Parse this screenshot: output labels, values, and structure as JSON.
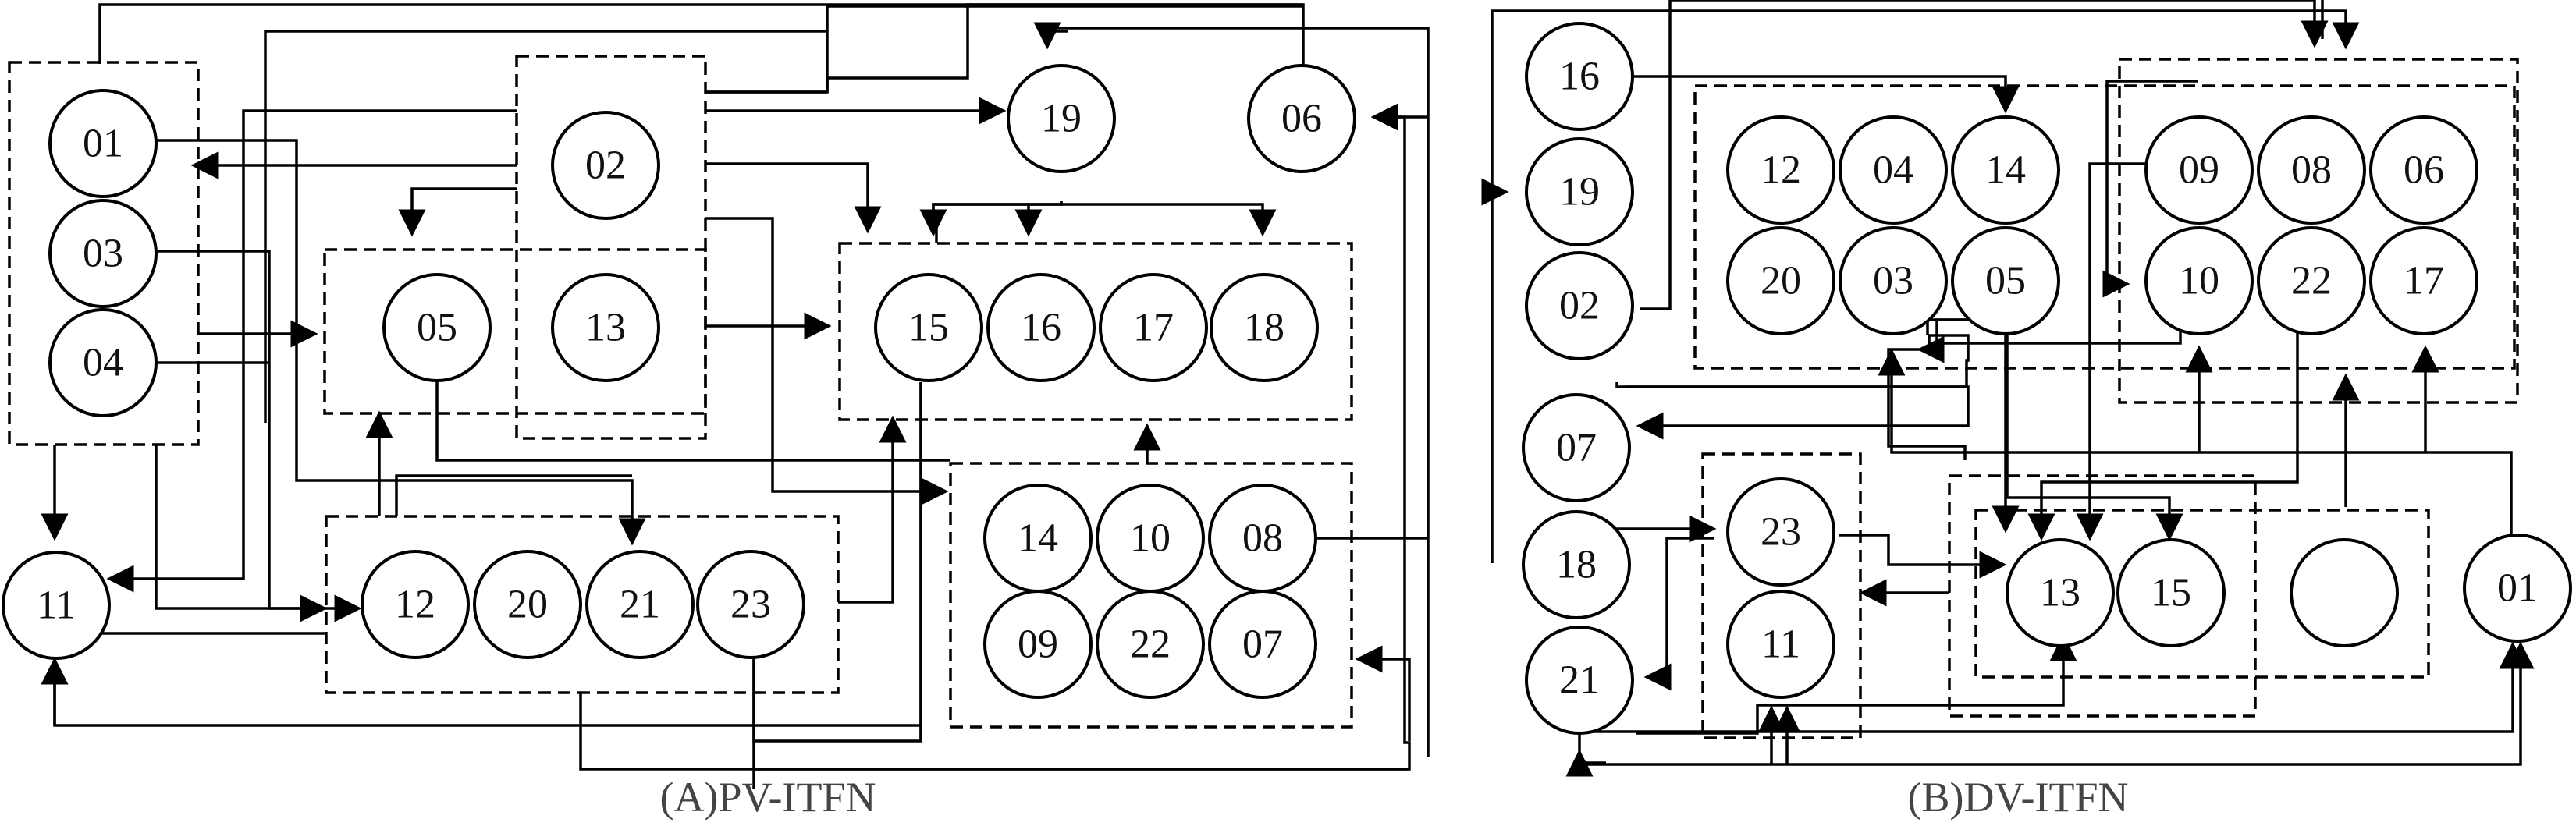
{
  "panels": [
    {
      "caption": "(A)PV-ITFN",
      "nodes": [
        "01",
        "03",
        "04",
        "02",
        "05",
        "13",
        "11",
        "12",
        "20",
        "21",
        "23",
        "19",
        "06",
        "15",
        "16",
        "17",
        "18",
        "14",
        "10",
        "08",
        "09",
        "22",
        "07"
      ]
    },
    {
      "caption": "(B)DV-ITFN",
      "nodes": [
        "16",
        "19",
        "02",
        "07",
        "18",
        "21",
        "01",
        "12",
        "04",
        "14",
        "20",
        "03",
        "05",
        "09",
        "08",
        "06",
        "10",
        "22",
        "17",
        "23",
        "11",
        "13",
        "15"
      ]
    }
  ]
}
